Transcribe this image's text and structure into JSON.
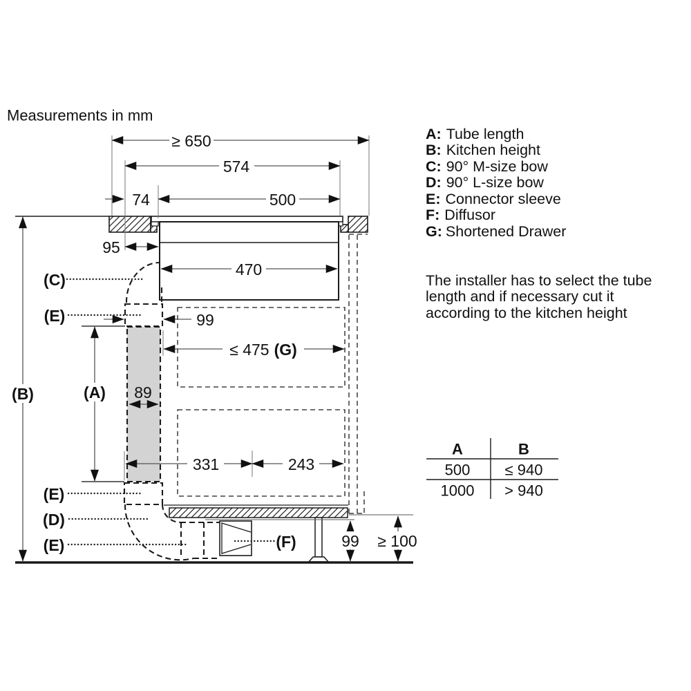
{
  "title": "Measurements in mm",
  "legend": {
    "items": [
      {
        "key": "A:",
        "label": "Tube length"
      },
      {
        "key": "B:",
        "label": "Kitchen height"
      },
      {
        "key": "C:",
        "label": "90° M-size bow"
      },
      {
        "key": "D:",
        "label": "90° L-size bow"
      },
      {
        "key": "E:",
        "label": "Connector sleeve"
      },
      {
        "key": "F:",
        "label": "Diffusor"
      },
      {
        "key": "G:",
        "label": "Shortened Drawer"
      }
    ]
  },
  "note": {
    "lines": [
      "The installer has to select the tube",
      "length and if necessary cut it",
      "according to the kitchen height"
    ]
  },
  "table": {
    "headers": [
      "A",
      "B"
    ],
    "rows": [
      [
        "500",
        "≤ 940"
      ],
      [
        "1000",
        "> 940"
      ]
    ]
  },
  "dims": {
    "worktop_depth_min": "≥ 650",
    "hob_width": "574",
    "front_offset": "74",
    "cutout_width": "500",
    "rear_offset": "95",
    "hob_body_width": "470",
    "sleeve_offset": "99",
    "drawer_depth_max": "≤ 475",
    "drawer_ref": "(G)",
    "tube_width": "89",
    "duct_offset_left": "331",
    "duct_offset_right": "243",
    "plinth_height": "99",
    "floor_clearance_min": "≥ 100"
  },
  "labels": {
    "a": "(A)",
    "b": "(B)",
    "c": "(C)",
    "d": "(D)",
    "e": "(E)",
    "f": "(F)"
  },
  "colors": {
    "line": "#1a1a1a",
    "dim_line": "#555555",
    "ext_line": "#808080",
    "tube_fill": "#d3d3d3"
  }
}
